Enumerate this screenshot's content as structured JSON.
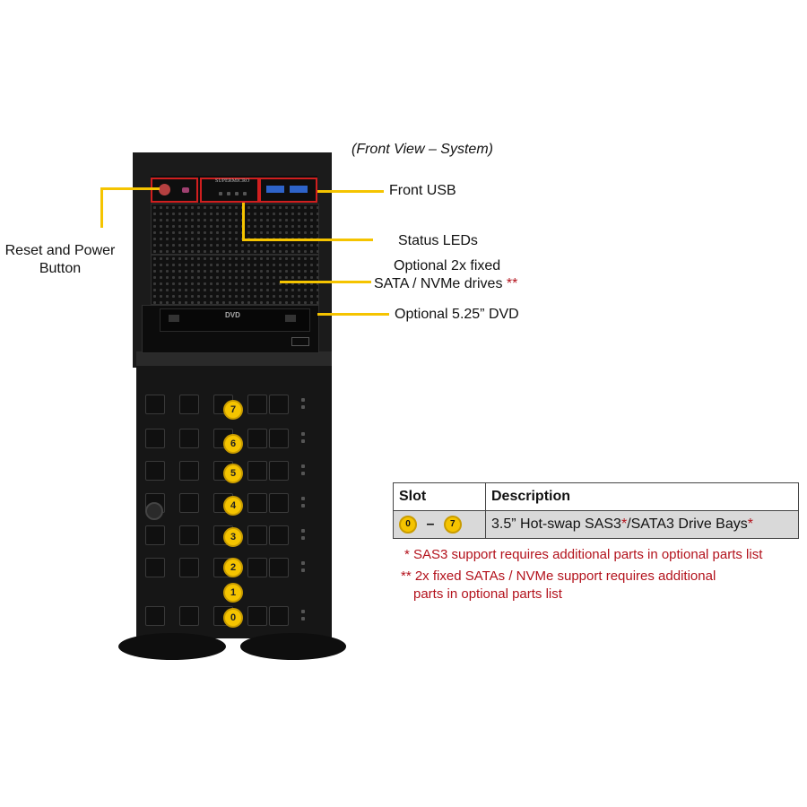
{
  "caption": "(Front View – System)",
  "labels": {
    "front_usb": "Front USB",
    "status_leds": "Status LEDs",
    "optional_fixed_line1": "Optional 2x fixed",
    "optional_fixed_line2": "SATA / NVMe drives",
    "optional_fixed_mark": "**",
    "optional_dvd": "Optional 5.25” DVD",
    "reset_line1": "Reset and Power",
    "reset_line2": "Button"
  },
  "brand_text": "SUPERMICRO",
  "dvd_logo": "DVD",
  "drive_slots": [
    "7",
    "6",
    "5",
    "4",
    "3",
    "2",
    "1",
    "0"
  ],
  "table": {
    "headers": {
      "slot": "Slot",
      "description": "Description"
    },
    "row": {
      "slot_from": "0",
      "dash": "–",
      "slot_to": "7",
      "desc_part1": "3.5” Hot-swap SAS3",
      "desc_star1": "*",
      "desc_part2": "/SATA3 Drive Bays",
      "desc_star2": "*"
    }
  },
  "notes": {
    "note1": "* SAS3 support requires additional parts in optional parts list",
    "note2_line1": "** 2x fixed SATAs / NVMe support requires additional",
    "note2_line2": "parts in optional parts list"
  },
  "colors": {
    "callout": "#f5c400",
    "highlight_box": "#d01f1f",
    "footnote": "#b3121c",
    "chassis": "#1b1b1b"
  }
}
